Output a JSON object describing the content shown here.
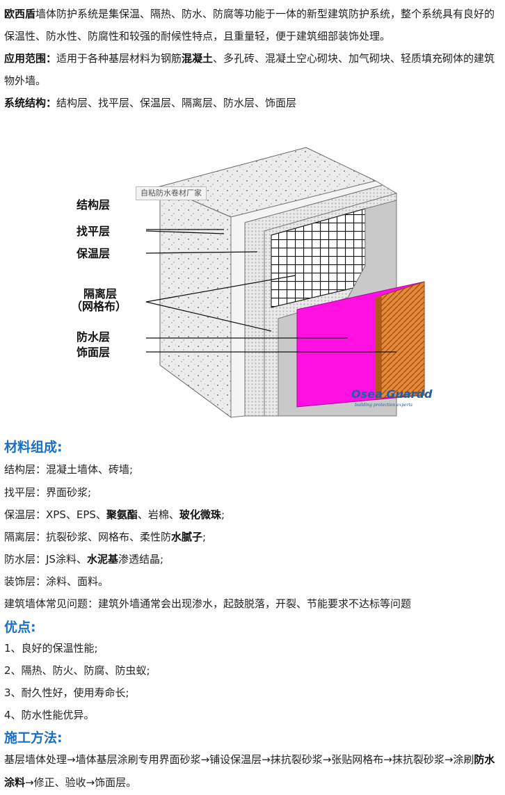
{
  "intro": {
    "brand": "欧西盾",
    "text": "墙体防护系统是集保温、隔热、防水、防腐等功能于一体的新型建筑防护系统，整个系统具有良好的保温性、防水性、防腐性和较强的耐候性特点，且重量轻，便于建筑细部装饰处理。"
  },
  "scope": {
    "label": "应用范围：",
    "text_a": "适用于各种基层材料为钢筋",
    "text_bold": "混凝土",
    "text_b": "、多孔砖、混凝土空心砌块、加气砌块、轻质填充砌体的建筑物外墙。"
  },
  "structure": {
    "label": "系统结构：",
    "text": "结构层、找平层、保温层、隔离层、防水层、饰面层"
  },
  "figure": {
    "watermark": "自粘防水卷材厂家",
    "labels": [
      "结构层",
      "找平层",
      "保温层",
      "隔离层",
      "（网格布）",
      "防水层",
      "饰面层"
    ],
    "logo": "Osea Guardd",
    "logo_sub": "building protection experts",
    "colors": {
      "concrete": "#e8e8e8",
      "waterproof": "#ff10e0",
      "finish": "#e58a3a",
      "insulation": "#d8d8d8"
    }
  },
  "materials": {
    "heading": "材料组成:",
    "items": [
      {
        "a": "结构层：混凝土墙体、砖墙;",
        "bold": "",
        "b": ""
      },
      {
        "a": "找平层：界面砂浆;",
        "bold": "",
        "b": ""
      },
      {
        "a": "保温层：XPS、EPS、",
        "bold": "聚氨酯",
        "b": "、岩棉、",
        "bold2": "玻化微珠",
        "c": ";"
      },
      {
        "a": "隔离层：抗裂砂浆、网格布、柔性防",
        "bold": "水腻子",
        "b": ";"
      },
      {
        "a": "防水层：JS涂料、",
        "bold": "水泥基",
        "b": "渗透结晶;"
      },
      {
        "a": "装饰层：涂料、面料。",
        "bold": "",
        "b": ""
      },
      {
        "a": "建筑墙体常见问题：建筑外墙通常会出现渗水，起鼓脱落，开裂、节能要求不达标等问题",
        "bold": "",
        "b": ""
      }
    ]
  },
  "advantages": {
    "heading": "优点:",
    "items": [
      "1、良好的保温性能;",
      "2、隔热、防火、防腐、防虫蚁;",
      "3、耐久性好，使用寿命长;",
      "4、防水性能优异。"
    ]
  },
  "construction": {
    "heading": "施工方法:",
    "text_a": "基层墙体处理→墙体基层涂刷专用界面砂浆→铺设保温层→抹抗裂砂浆→张贴网格布→抹抗裂砂浆→涂刷",
    "text_bold": "防水涂料",
    "text_b": "→修正、验收→饰面层。"
  }
}
